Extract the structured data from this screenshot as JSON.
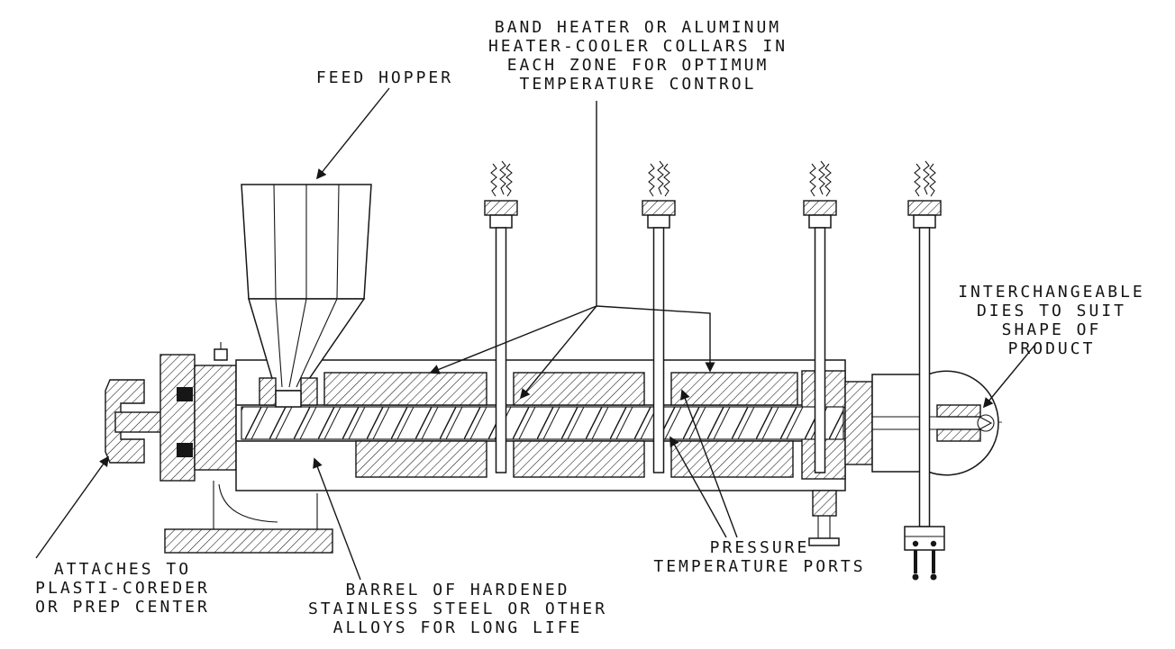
{
  "diagram": {
    "type": "technical-line-drawing",
    "subject": "single-screw laboratory extruder cross-section",
    "colors": {
      "line": "#161616",
      "background": "#ffffff",
      "text": "#141414"
    },
    "labels": {
      "band_heater": "BAND HEATER OR ALUMINUM\nHEATER-COOLER COLLARS IN\nEACH ZONE FOR OPTIMUM\nTEMPERATURE CONTROL",
      "feed_hopper": "FEED HOPPER",
      "interchangeable_dies": "INTERCHANGEABLE\nDIES TO SUIT\nSHAPE OF PRODUCT",
      "attaches": "ATTACHES TO\nPLASTI-COREDER\nOR PREP CENTER",
      "barrel": "BARREL OF HARDENED\nSTAINLESS STEEL OR OTHER\nALLOYS FOR LONG LIFE",
      "pressure_ports": "PRESSURE\nTEMPERATURE PORTS"
    }
  }
}
